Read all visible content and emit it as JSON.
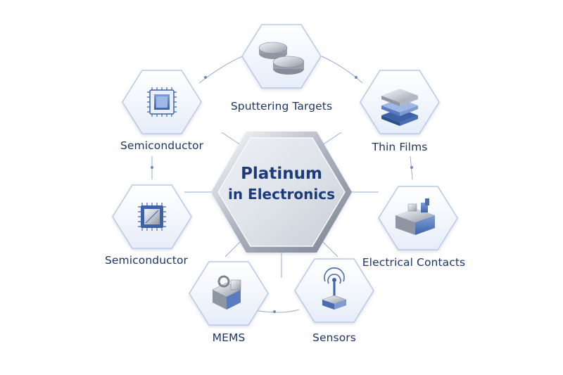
{
  "center": {
    "line1": "Platinum",
    "line2": "in Electronics"
  },
  "nodes": [
    {
      "id": "sputtering-targets",
      "label": "Sputtering Targets",
      "icon": "sputtering-discs-icon"
    },
    {
      "id": "thin-films",
      "label": "Thin Films",
      "icon": "layered-film-stack-icon"
    },
    {
      "id": "electrical-contacts",
      "label": "Electrical Contacts",
      "icon": "electrical-contact-block-icon"
    },
    {
      "id": "sensors",
      "label": "Sensors",
      "icon": "sensor-probe-icon"
    },
    {
      "id": "mems",
      "label": "MEMS",
      "icon": "mems-device-icon"
    },
    {
      "id": "semiconductor-lower",
      "label": "Semiconductor",
      "icon": "chip-die-icon"
    },
    {
      "id": "semiconductor-upper",
      "label": "Semiconductor",
      "icon": "microchip-icon"
    }
  ],
  "colors": {
    "accent": "#1d3b78",
    "label": "#1f3566",
    "hex_border": "#b9c9e6",
    "connector": "#9aaed0"
  }
}
